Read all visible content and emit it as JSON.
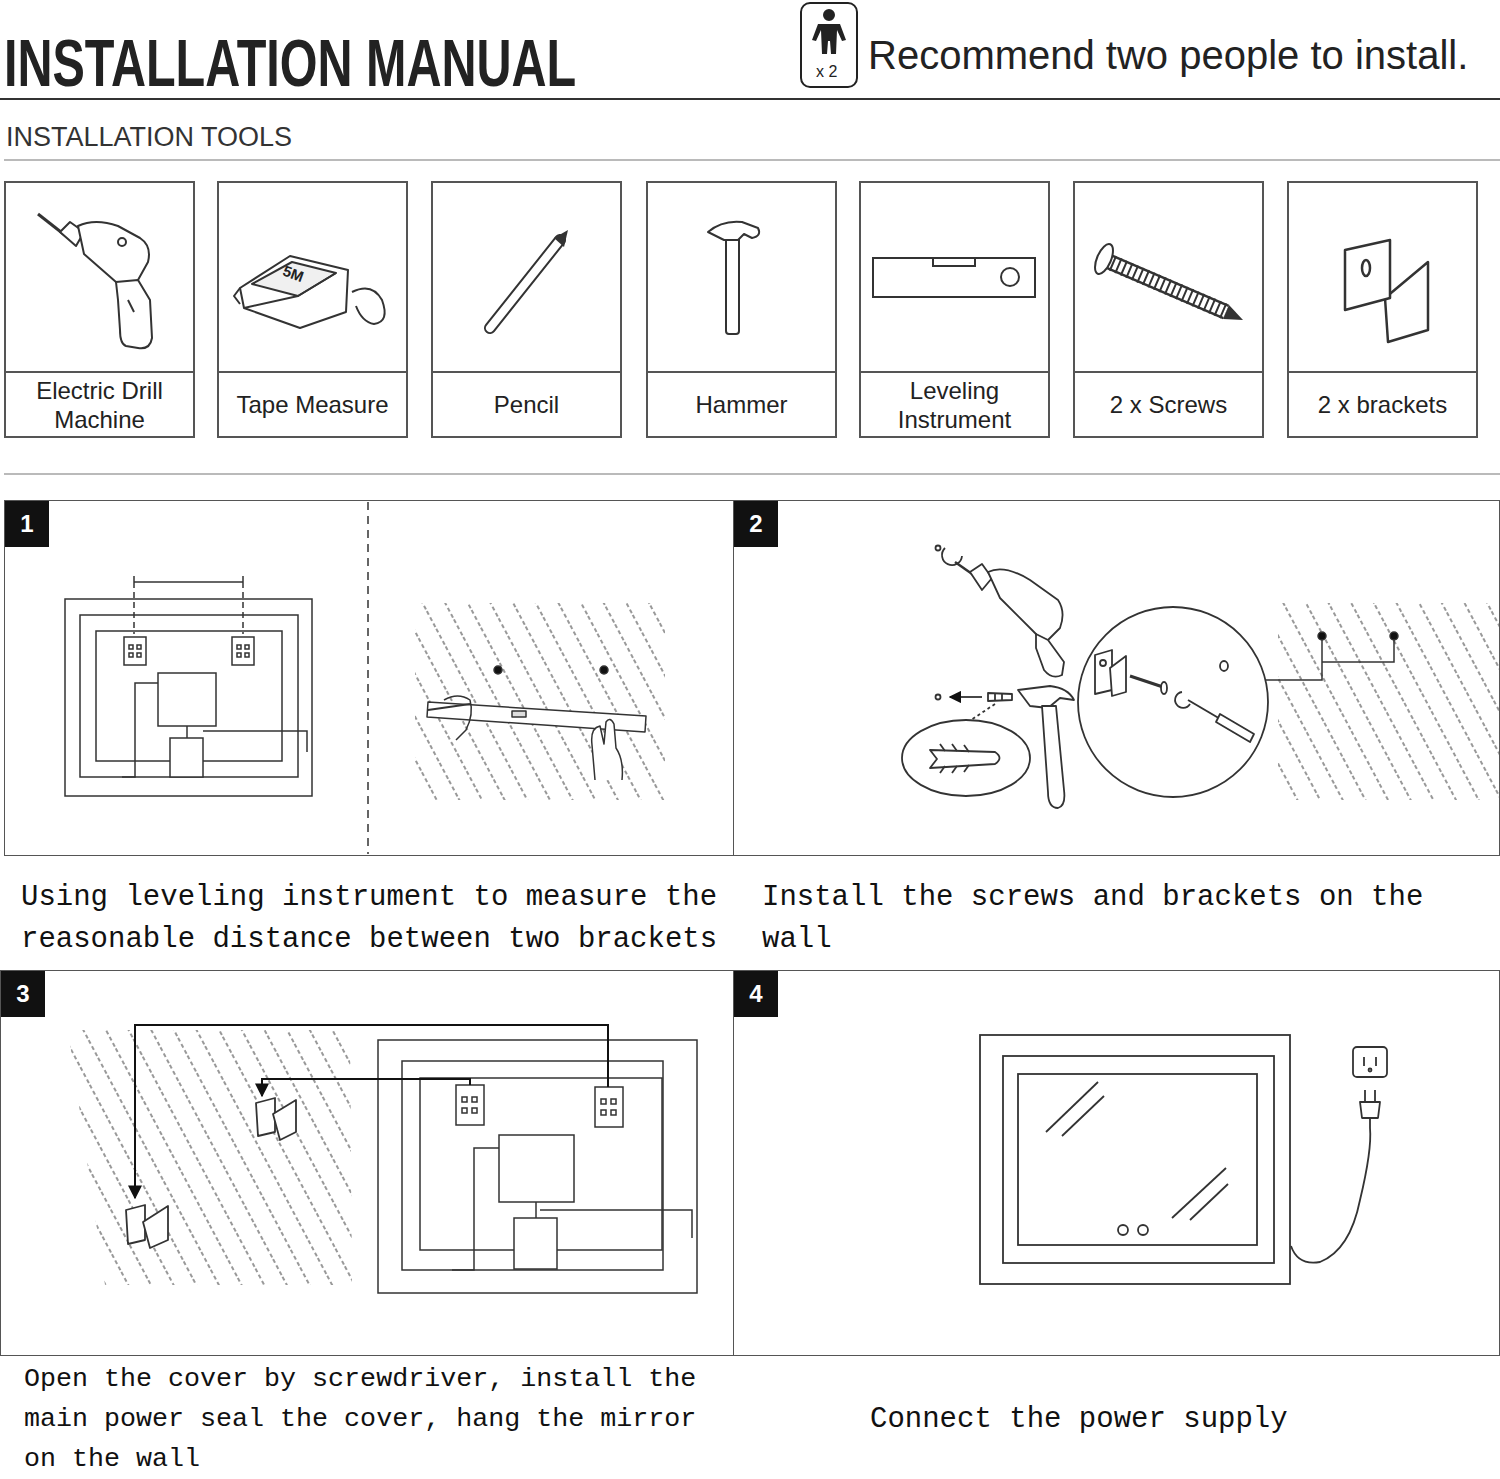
{
  "diagram": {
    "title": "INSTALLATION MANUAL",
    "nodes": [
      {
        "text": [
          "Electric Drill Machine"
        ]
      },
      {
        "text": [
          "Tape Measure"
        ]
      },
      {
        "text": [
          "Pencil"
        ]
      },
      {
        "text": [
          "Hammer"
        ]
      },
      {
        "text": [
          "Leveling Instrument"
        ]
      },
      {
        "text": [
          "2 x Screws"
        ]
      },
      {
        "text": [
          "2 x brackets"
        ]
      },
      {
        "text": [
          "1",
          "Using leveling instrument to measure the reasonable distance between two brackets"
        ]
      },
      {
        "text": [
          "2",
          "Install the screws and brackets on the wall"
        ]
      },
      {
        "text": [
          "3",
          "Open the cover by screwdriver, install the main power seal the cover, hang the mirror on the wall"
        ]
      },
      {
        "text": [
          "4",
          "Connect the power supply"
        ]
      }
    ],
    "labels": [
      "x 2",
      "Recommend two people to install.",
      "INSTALLATION TOOLS",
      "5M"
    ]
  }
}
